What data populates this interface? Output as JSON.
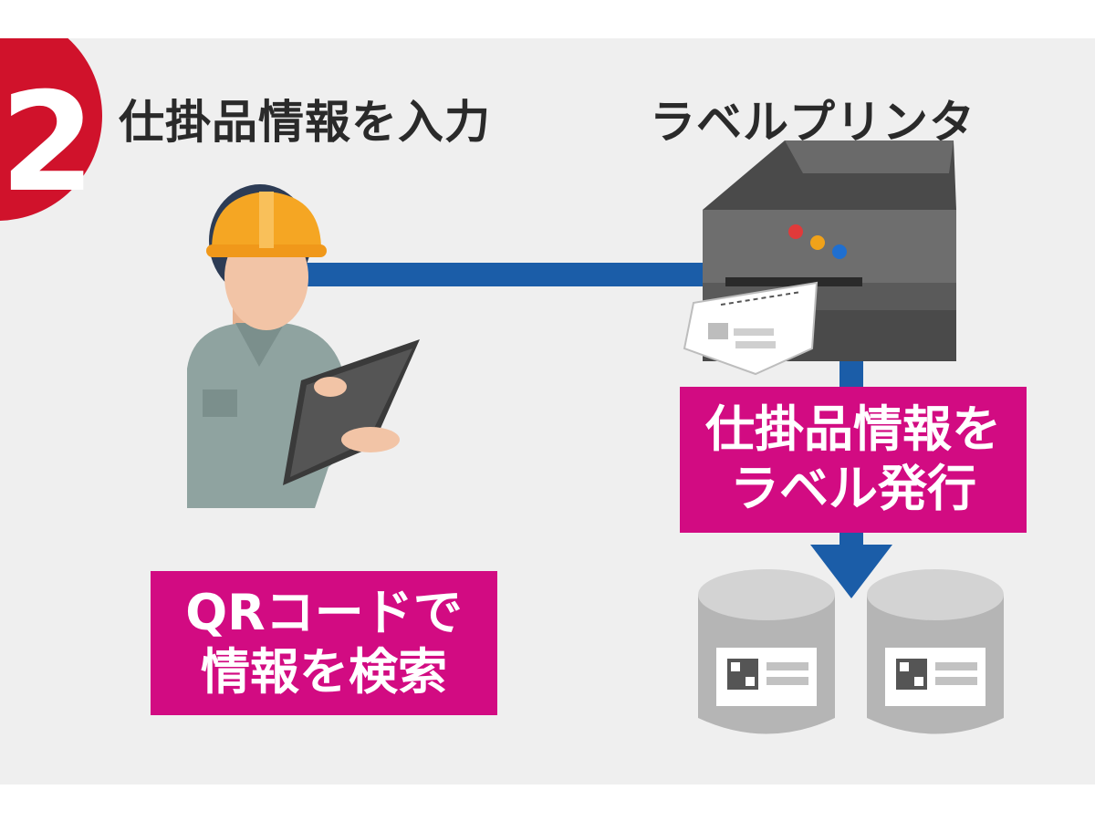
{
  "step": {
    "number": "2"
  },
  "headings": {
    "input": "仕掛品情報を入力",
    "printer": "ラベルプリンタ"
  },
  "callouts": {
    "print": {
      "line1": "仕掛品情報を",
      "line2": "ラベル発行"
    },
    "search": {
      "line1": "QRコードで",
      "line2": "情報を検索"
    }
  },
  "colors": {
    "step_badge": "#d0122b",
    "callout": "#d20b82",
    "connector": "#1b5da8",
    "background": "#efefef"
  },
  "icons": [
    "worker-icon",
    "tablet-icon",
    "label-printer-icon",
    "printed-label-icon",
    "database-icon",
    "qr-code-icon"
  ]
}
